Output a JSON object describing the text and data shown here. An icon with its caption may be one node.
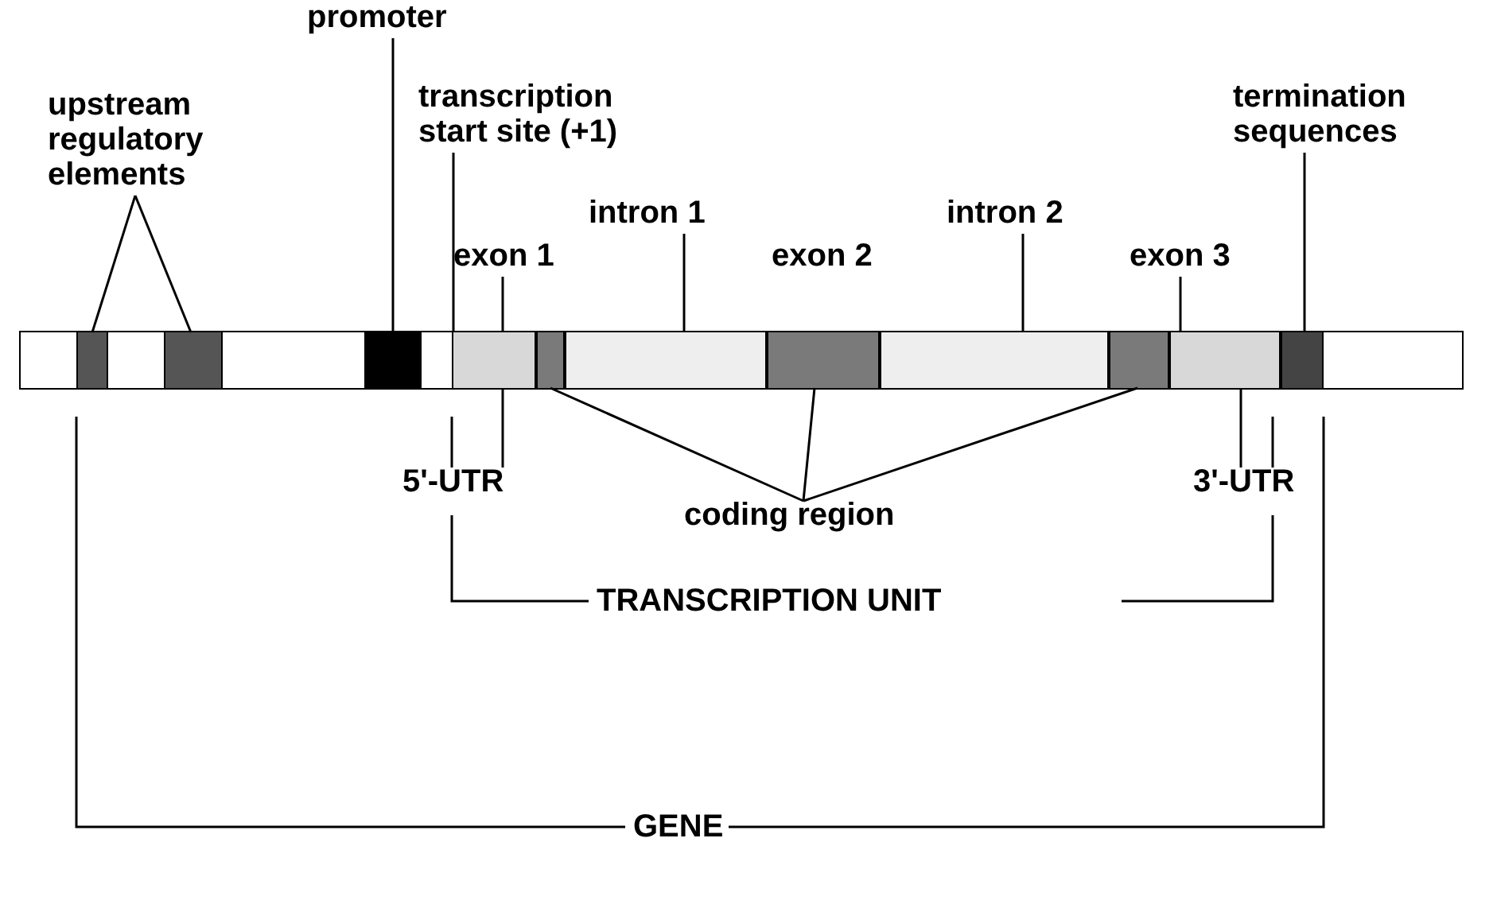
{
  "diagram": {
    "nodes": [
      {
        "text": [
          "upstream regulatory elements"
        ]
      },
      {
        "text": [
          "promoter"
        ]
      },
      {
        "text": [
          "transcription start site (+1)"
        ]
      },
      {
        "text": [
          "exon 1"
        ]
      },
      {
        "text": [
          "intron 1"
        ]
      },
      {
        "text": [
          "intron 2"
        ]
      },
      {
        "text": [
          "exon 3"
        ]
      },
      {
        "text": [
          "termination sequences"
        ]
      },
      {
        "text": [],
        "shape": "bar"
      },
      {
        "text": [],
        "shape": "bar",
        "in": 8
      },
      {
        "text": [],
        "shape": "bar",
        "in": 8
      },
      {
        "text": [],
        "shape": "bar",
        "in": 8
      },
      {
        "text": [],
        "shape": "bar",
        "in": 8
      },
      {
        "text": [],
        "shape": "bar",
        "in": 8
      },
      {
        "text": [],
        "shape": "bar",
        "in": 8
      },
      {
        "text": [],
        "shape": "bar",
        "in": 8
      },
      {
        "text": [],
        "shape": "bar",
        "in": 8
      },
      {
        "text": [],
        "shape": "bar",
        "in": 8
      },
      {
        "text": [],
        "shape": "bar",
        "in": 8
      },
      {
        "text": [],
        "shape": "bar",
        "in": 8
      },
      {
        "text": [
          "5'-UTR"
        ]
      },
      {
        "text": [
          "coding region"
        ]
      },
      {
        "text": [
          "3'-UTR"
        ]
      }
    ],
    "edges": [
      {
        "from": 0,
        "to": 9,
        "arrow": "none"
      },
      {
        "from": 0,
        "to": 10,
        "arrow": "none"
      },
      {
        "from": 1,
        "to": 11,
        "arrow": "none"
      },
      {
        "from": 2,
        "to": 12,
        "arrow": "none"
      },
      {
        "from": 3,
        "to": 12,
        "arrow": "none"
      },
      {
        "from": 4,
        "to": 14,
        "arrow": "none"
      },
      {
        "from": 5,
        "to": 16,
        "arrow": "none"
      },
      {
        "from": 6,
        "to": 18,
        "arrow": "none"
      },
      {
        "from": 7,
        "to": 19,
        "arrow": "none"
      },
      {
        "from": 20,
        "to": 12,
        "arrow": "none"
      },
      {
        "from": 20,
        "to": null,
        "arrow": "none"
      },
      {
        "from": 21,
        "to": 13,
        "arrow": "none"
      },
      {
        "from": 21,
        "to": 15,
        "arrow": "none"
      },
      {
        "from": 21,
        "to": 17,
        "arrow": "none"
      },
      {
        "from": 22,
        "to": 18,
        "arrow": "none"
      },
      {
        "from": 22,
        "to": null,
        "arrow": "none"
      }
    ],
    "labels": [
      "exon 2",
      "TRANSCRIPTION UNIT",
      "GENE"
    ]
  }
}
